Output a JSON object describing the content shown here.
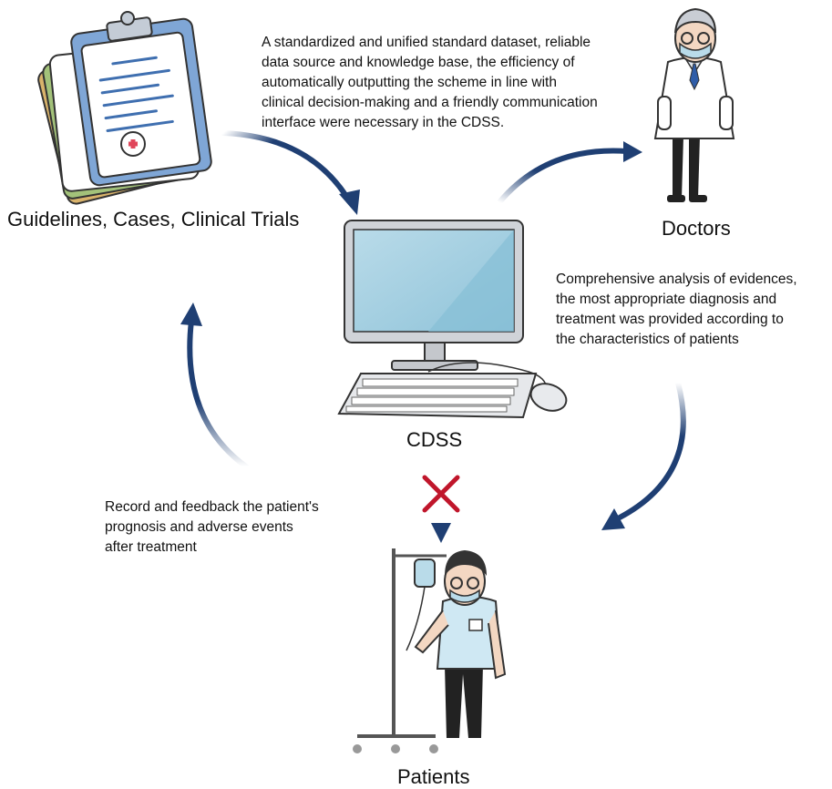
{
  "nodes": {
    "guidelines": "Guidelines, Cases, Clinical Trials",
    "doctors": "Doctors",
    "cdss": "CDSS",
    "patients": "Patients"
  },
  "notes": {
    "top": [
      "A standardized and unified standard dataset, reliable",
      "data source and knowledge base, the efficiency of",
      "automatically outputting the scheme in line with",
      "clinical decision-making and a friendly communication",
      "interface were necessary in the CDSS."
    ],
    "right": [
      "Comprehensive analysis of evidences,",
      "the most appropriate diagnosis and",
      "treatment was provided according to",
      "the characteristics of patients"
    ],
    "left": [
      "Record and feedback the patient's",
      "prognosis and adverse events",
      "after treatment"
    ]
  },
  "colors": {
    "arrow": "#1f3f73",
    "cross": "#c0162b",
    "screen": "#a9d2e4",
    "monitor": "#c9ccd1"
  }
}
